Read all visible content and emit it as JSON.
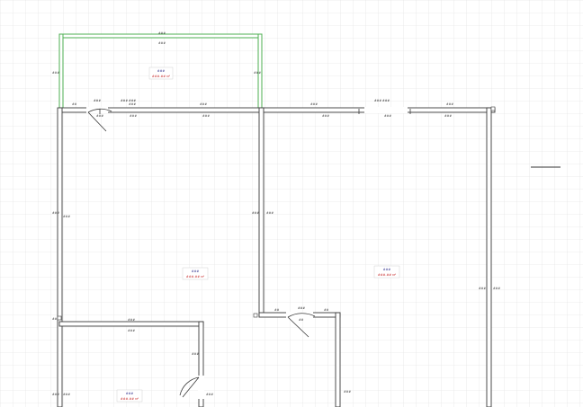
{
  "colors": {
    "background": "#ffffff",
    "grid": "#e3e3e3",
    "wall": "#3a3a3a",
    "wall_fill": "#ffffff",
    "selected_wall": "#4caf50",
    "room_name_text": "#2a2a8a",
    "room_area_text": "#c62828"
  },
  "rooms": [
    {
      "id": "balcony",
      "name": "###",
      "area": "###.## м²"
    },
    {
      "id": "room-left",
      "name": "###",
      "area": "###.## м²"
    },
    {
      "id": "room-right",
      "name": "###",
      "area": "###.## м²"
    },
    {
      "id": "room-bottom",
      "name": "###",
      "area": "###.## м²"
    }
  ],
  "openings": [
    {
      "id": "opening-1",
      "label": "###"
    },
    {
      "id": "opening-2",
      "label": "### ###"
    },
    {
      "id": "opening-3",
      "label": "### ###"
    },
    {
      "id": "opening-4",
      "label": "###"
    }
  ],
  "dimensions": {
    "top_balcony": "###",
    "balcony_inner": "###",
    "balcony_left": "###",
    "balcony_right": "###",
    "wall_a": "##",
    "wall_b": "###",
    "wall_c": "###",
    "wall_d": "###",
    "wall_e": "###",
    "wall_f": "###",
    "wall_g": "###",
    "left_side": "###",
    "right_side": "###",
    "middle_wall": "###",
    "far_right": "###",
    "bottom_left": "###",
    "bottom_mid": "###",
    "bottom_right": "###",
    "door_small": "##"
  }
}
